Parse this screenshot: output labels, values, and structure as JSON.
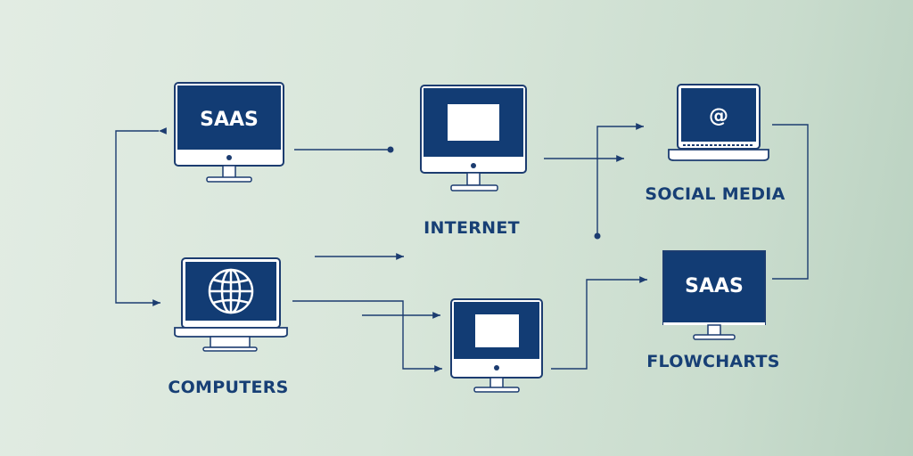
{
  "colors": {
    "navy": "#123c74",
    "line": "#1c3c70",
    "label": "#173f75",
    "bg_light": "#e2ece3",
    "bg_dark": "#b9d1c0"
  },
  "nodes": {
    "saas_top": {
      "screen_text": "SAAS",
      "device": "monitor"
    },
    "internet": {
      "label": "INTERNET",
      "device": "monitor",
      "screen_icon": "blank-window-icon"
    },
    "social_media": {
      "label": "SOCIAL MEDIA",
      "device": "laptop",
      "screen_text": "@"
    },
    "computers": {
      "label": "COMPUTERS",
      "device": "laptop",
      "screen_icon": "globe-icon"
    },
    "bottom_center": {
      "device": "monitor",
      "screen_icon": "blank-window-icon"
    },
    "flowcharts": {
      "label": "FLOWCHARTS",
      "device": "monitor",
      "screen_text": "SAAS"
    }
  }
}
